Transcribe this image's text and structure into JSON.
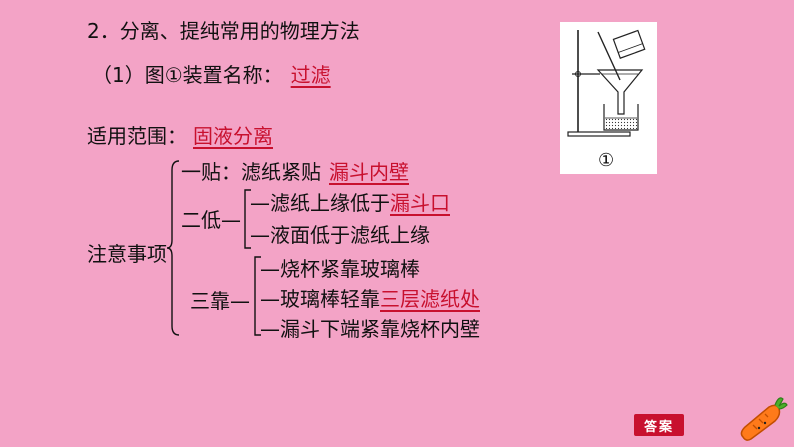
{
  "section_heading": "2．分离、提纯常用的物理方法",
  "subsection": {
    "prefix": "（1）图①装置名称：",
    "answer": "过滤"
  },
  "scope": {
    "label": "适用范围：",
    "answer": "固液分离"
  },
  "notes": {
    "title": "注意事项",
    "one_tie": {
      "prefix": "一贴：滤纸紧贴",
      "answer": "漏斗内壁"
    },
    "two_low": {
      "label": "二低—",
      "item1_prefix": "—滤纸上缘低于",
      "item1_answer": "漏斗口",
      "item2": "—液面低于滤纸上缘"
    },
    "three_lean": {
      "label": "三靠—",
      "item1": "—烧杯紧靠玻璃棒",
      "item2_prefix": "—玻璃棒轻靠",
      "item2_answer": "三层滤纸处",
      "item3": "—漏斗下端紧靠烧杯内壁"
    }
  },
  "figure": {
    "caption": "①"
  },
  "answer_button": "答案",
  "colors": {
    "background": "#f3a3c6",
    "answer_red": "#c8102e"
  }
}
